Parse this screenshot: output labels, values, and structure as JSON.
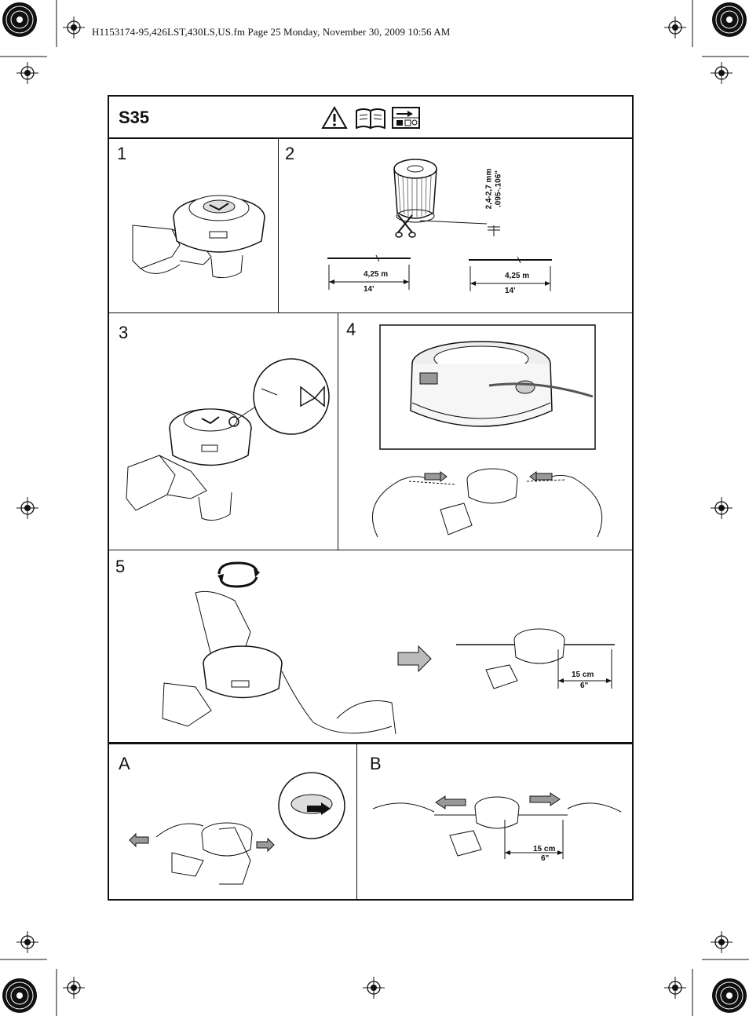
{
  "page_header": "H1153174-95,426LST,430LS,US.fm  Page 25  Monday, November 30, 2009  10:56 AM",
  "section_title": "S35",
  "header_icons": [
    "warning-triangle-icon",
    "open-manual-icon",
    "instruction-panel-icon"
  ],
  "steps": {
    "s1": {
      "label": "1"
    },
    "s2": {
      "label": "2",
      "diameter_mm": "2,4-2,7 mm",
      "diameter_in": ".095-.106\"",
      "length_m_left": "4,25 m",
      "length_ft_left": "14'",
      "length_m_right": "4,25 m",
      "length_ft_right": "14'"
    },
    "s3": {
      "label": "3"
    },
    "s4": {
      "label": "4"
    },
    "s5": {
      "label": "5",
      "length_cm": "15 cm",
      "length_in": "6\""
    },
    "sA": {
      "label": "A"
    },
    "sB": {
      "label": "B",
      "length_cm": "15 cm",
      "length_in": "6\""
    }
  }
}
